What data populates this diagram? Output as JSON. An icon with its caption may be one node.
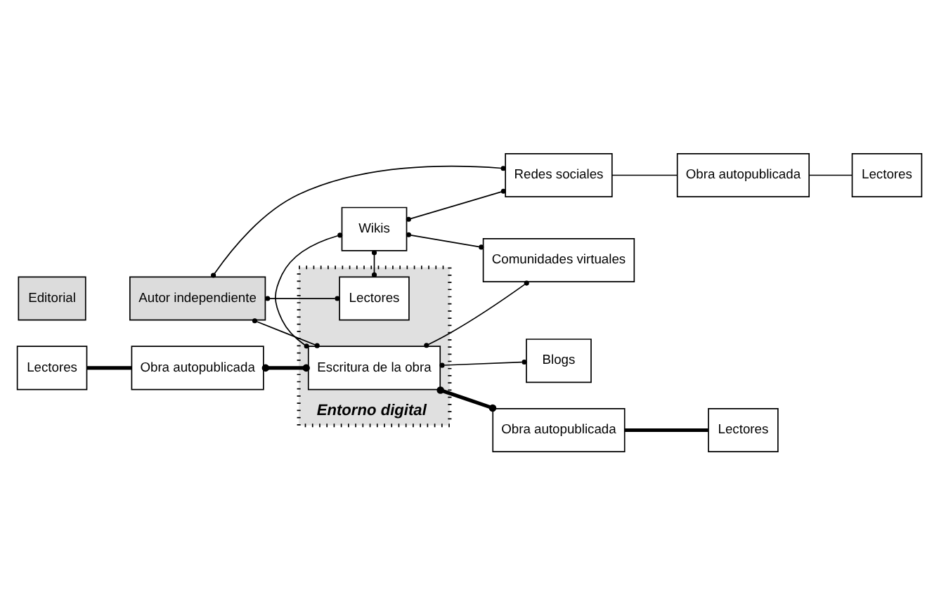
{
  "diagram": {
    "nodes": [
      {
        "text": [
          "Entorno digital"
        ]
      },
      {
        "text": [
          "Autor independiente"
        ]
      },
      {
        "text": [
          "Lectores"
        ],
        "in": 0
      },
      {
        "text": [
          "Wikis"
        ]
      },
      {
        "text": [
          "Obra autopublicada"
        ]
      },
      {
        "text": [
          "Lectores"
        ]
      },
      {
        "text": [
          "Escritura de la obra"
        ],
        "in": 0
      },
      {
        "text": [
          "Obra autopublicada"
        ]
      },
      {
        "text": [
          "Lectores"
        ]
      },
      {
        "text": [
          "Blogs"
        ]
      },
      {
        "text": [
          "Comunidades virtuales"
        ]
      },
      {
        "text": [
          "Redes sociales"
        ]
      },
      {
        "text": [
          "Editorial"
        ]
      },
      {
        "text": [
          "Obra autopublicada"
        ]
      },
      {
        "text": [
          "Lectores"
        ]
      }
    ],
    "edges": [
      {
        "from": 1,
        "to": 2,
        "arrow": "other"
      },
      {
        "from": 2,
        "to": 3,
        "arrow": "other"
      },
      {
        "from": 1,
        "to": 6,
        "arrow": "other"
      },
      {
        "from": 1,
        "to": 11,
        "arrow": "other"
      },
      {
        "from": 3,
        "to": 6,
        "arrow": "other"
      },
      {
        "from": 3,
        "to": 11,
        "arrow": "other"
      },
      {
        "from": 3,
        "to": 10,
        "arrow": "other"
      },
      {
        "from": 6,
        "to": 9,
        "arrow": "other"
      },
      {
        "from": 6,
        "to": 10,
        "arrow": "other"
      },
      {
        "from": 5,
        "to": 4,
        "arrow": "none",
        "style": "thick"
      },
      {
        "from": 4,
        "to": 6,
        "arrow": "other",
        "style": "thick"
      },
      {
        "from": 6,
        "to": 7,
        "arrow": "other",
        "style": "thick"
      },
      {
        "from": 7,
        "to": 8,
        "arrow": "none",
        "style": "thick"
      },
      {
        "from": 11,
        "to": 13,
        "arrow": "none"
      },
      {
        "from": 13,
        "to": 14,
        "arrow": "none"
      }
    ]
  }
}
